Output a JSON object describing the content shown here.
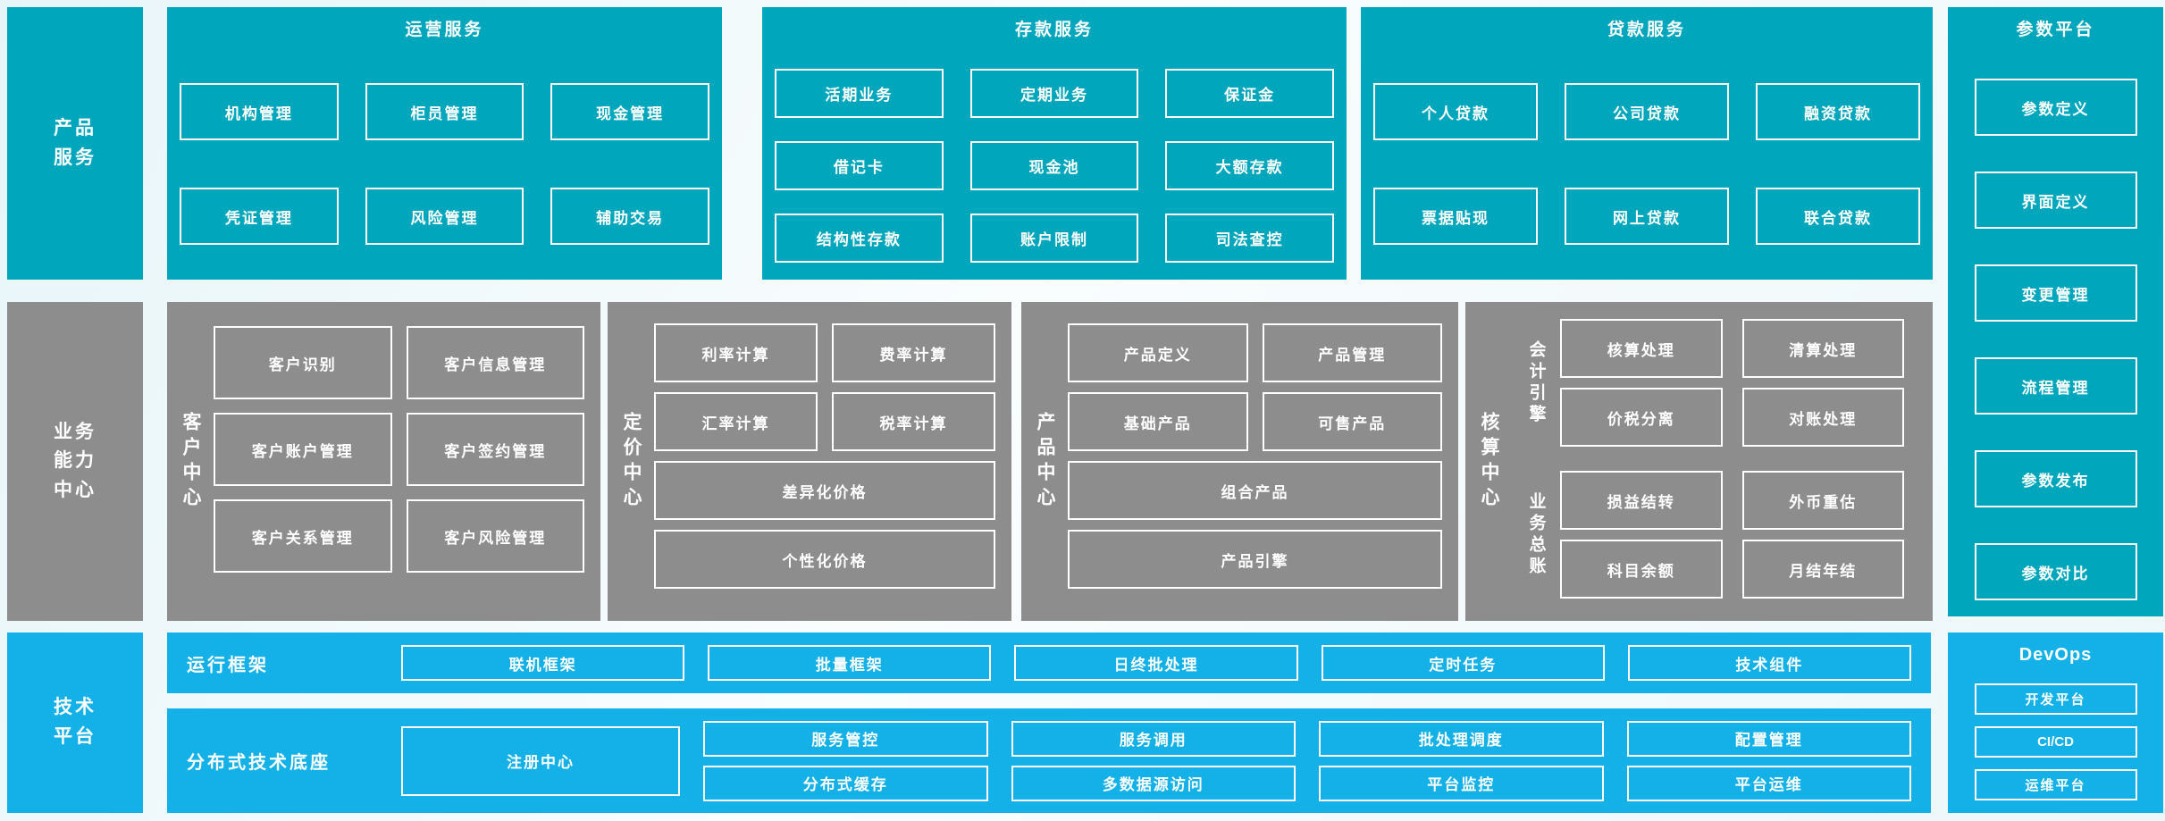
{
  "colors": {
    "teal": "#00a6bc",
    "gray": "#8d8d8d",
    "blue": "#14b1e8",
    "background": "#f2fafc",
    "text": "#ffffff"
  },
  "rail": {
    "product": {
      "l1": "产品",
      "l2": "服务"
    },
    "business": {
      "l1": "业务",
      "l2": "能力",
      "l3": "中心"
    },
    "tech": {
      "l1": "技术",
      "l2": "平台"
    }
  },
  "ops": {
    "title": "运营服务",
    "boxes": [
      "机构管理",
      "柜员管理",
      "现金管理",
      "凭证管理",
      "风险管理",
      "辅助交易"
    ]
  },
  "deposit": {
    "title": "存款服务",
    "boxes": [
      "活期业务",
      "定期业务",
      "保证金",
      "借记卡",
      "现金池",
      "大额存款",
      "结构性存款",
      "账户限制",
      "司法查控"
    ]
  },
  "loan": {
    "title": "贷款服务",
    "boxes": [
      "个人贷款",
      "公司贷款",
      "融资贷款",
      "票据贴现",
      "网上贷款",
      "联合贷款"
    ]
  },
  "params": {
    "title": "参数平台",
    "boxes": [
      "参数定义",
      "界面定义",
      "变更管理",
      "流程管理",
      "参数发布",
      "参数对比"
    ]
  },
  "customer": {
    "label": "客户中心",
    "boxes": [
      "客户识别",
      "客户信息管理",
      "客户账户管理",
      "客户签约管理",
      "客户关系管理",
      "客户风险管理"
    ]
  },
  "pricing": {
    "label": "定价中心",
    "boxes": [
      "利率计算",
      "费率计算",
      "汇率计算",
      "税率计算"
    ],
    "wide": [
      "差异化价格",
      "个性化价格"
    ]
  },
  "product": {
    "label": "产品中心",
    "boxes": [
      "产品定义",
      "产品管理",
      "基础产品",
      "可售产品"
    ],
    "wide": [
      "组合产品",
      "产品引擎"
    ]
  },
  "accounting": {
    "label": "核算中心",
    "g1": {
      "label": "会计引擎",
      "boxes": [
        "核算处理",
        "清算处理",
        "价税分离",
        "对账处理"
      ]
    },
    "g2": {
      "label": "业务总账",
      "boxes": [
        "损益结转",
        "外币重估",
        "科目余额",
        "月结年结"
      ]
    }
  },
  "runtime": {
    "label": "运行框架",
    "boxes": [
      "联机框架",
      "批量框架",
      "日终批处理",
      "定时任务",
      "技术组件"
    ]
  },
  "base": {
    "label": "分布式技术底座",
    "registry": "注册中心",
    "row1": [
      "服务管控",
      "服务调用",
      "批处理调度",
      "配置管理"
    ],
    "row2": [
      "分布式缓存",
      "多数据源访问",
      "平台监控",
      "平台运维"
    ]
  },
  "devops": {
    "title": "DevOps",
    "boxes": [
      "开发平台",
      "CI/CD",
      "运维平台"
    ]
  }
}
